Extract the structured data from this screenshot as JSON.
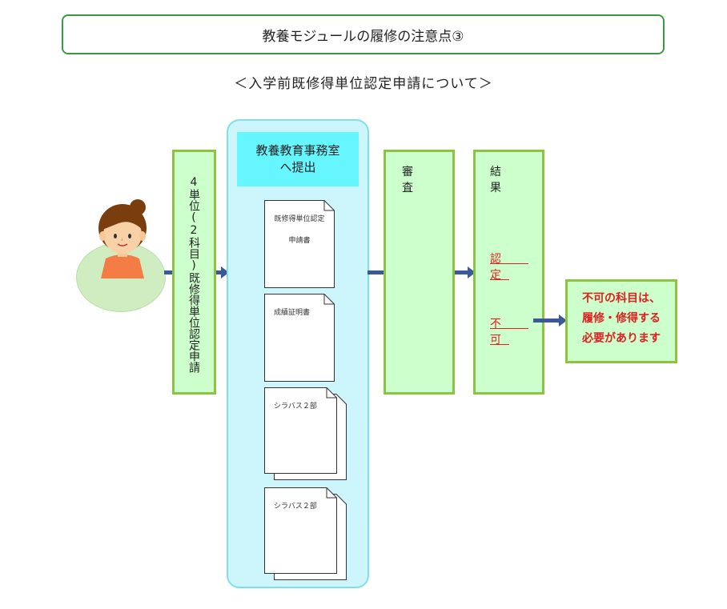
{
  "title": "教養モジュールの履修の注意点③",
  "subtitle": "＜入学前既修得単位認定申請について＞",
  "step1": {
    "text": "4単位(2科目)既修得単位認定申請"
  },
  "office": {
    "header_line1": "教養教育事務室",
    "header_line2": "へ提出",
    "docs": [
      {
        "line1": "既修得単位認定",
        "line2": "申請書"
      },
      {
        "line1": "成績証明書",
        "line2": ""
      },
      {
        "line1": "シラバス２部",
        "line2": ""
      },
      {
        "line1": "シラバス２部",
        "line2": ""
      }
    ]
  },
  "review": {
    "label": "審　査"
  },
  "result": {
    "label": "結　果",
    "approved": "認　定",
    "rejected": "不　可"
  },
  "note": {
    "line1": "不可の科目は、",
    "line2": "履修・修得する",
    "line3": "必要があります"
  },
  "colors": {
    "green_border": "#8bc53f",
    "green_fill": "#ccffcc",
    "cyan_fill": "#ccf6fb",
    "cyan_header": "#66f6ff",
    "arrow": "#3b5998",
    "red_text": "#e02020",
    "title_border": "#3a9a43"
  }
}
